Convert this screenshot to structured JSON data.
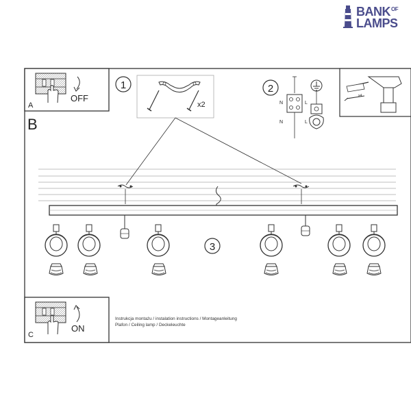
{
  "brand": {
    "line1": "BANK",
    "line1_small": "OF",
    "line2": "LAMPS",
    "color": "#4a4c8c"
  },
  "panels": {
    "A": {
      "letter": "A",
      "action": "OFF"
    },
    "B": {
      "letter": "B"
    },
    "C": {
      "letter": "C",
      "action": "ON"
    }
  },
  "steps": [
    {
      "number": "1",
      "note": "x2"
    },
    {
      "number": "2"
    },
    {
      "number": "3"
    }
  ],
  "wiring": {
    "terminals": [
      "N",
      "L",
      "N",
      "L"
    ]
  },
  "drill": {
    "note": "x4"
  },
  "captions": {
    "line1": "Instrukcja montażu / instalation instructions / Montageanleitung",
    "line2": "Plafon / Ceiling lamp / Deckeleuchte"
  }
}
